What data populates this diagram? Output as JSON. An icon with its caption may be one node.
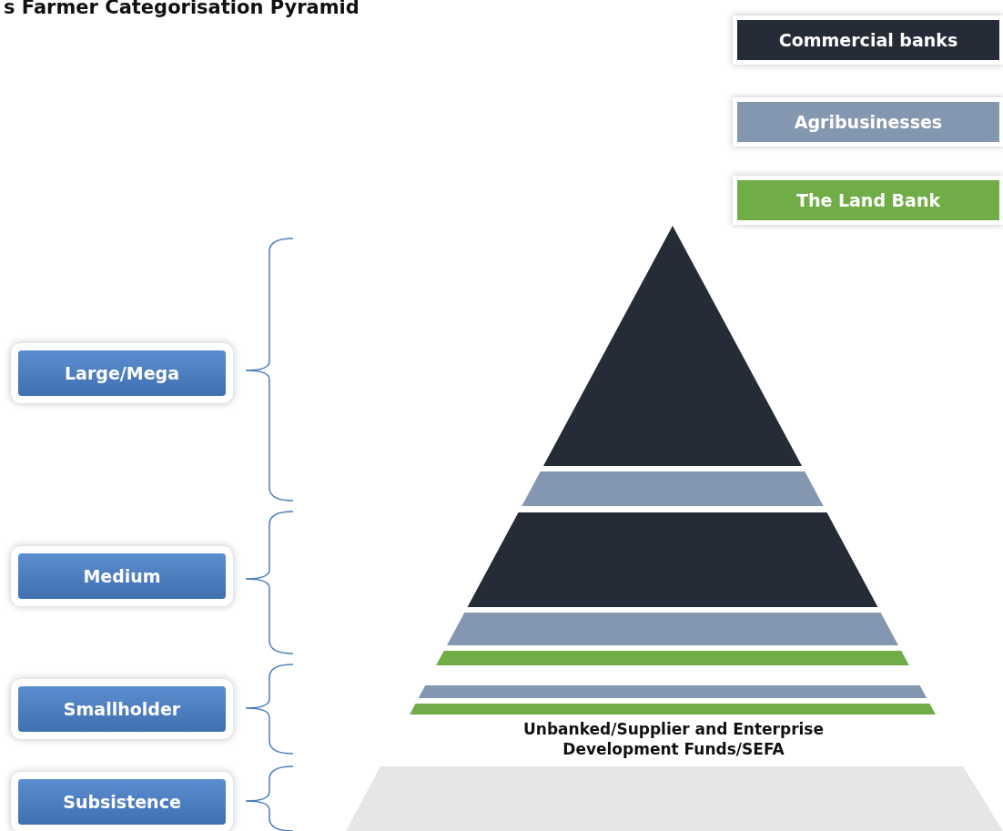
{
  "diagram": {
    "title": "s Farmer Categorisation Pyramid",
    "nodes": [
      {
        "text": [
          "Large/Mega"
        ]
      },
      {
        "text": [
          "Medium"
        ]
      },
      {
        "text": [
          "Smallholder"
        ]
      },
      {
        "text": [
          "Subsistence"
        ]
      },
      {
        "text": [
          "Unbanked/Supplier and Enterprise Development Funds/SEFA"
        ]
      }
    ],
    "legend": [
      {
        "text": "Commercial banks",
        "color": "#252b37"
      },
      {
        "text": "Agribusinesses",
        "color": "#8497b0"
      },
      {
        "text": "The Land Bank",
        "color": "#70ad47"
      }
    ]
  }
}
